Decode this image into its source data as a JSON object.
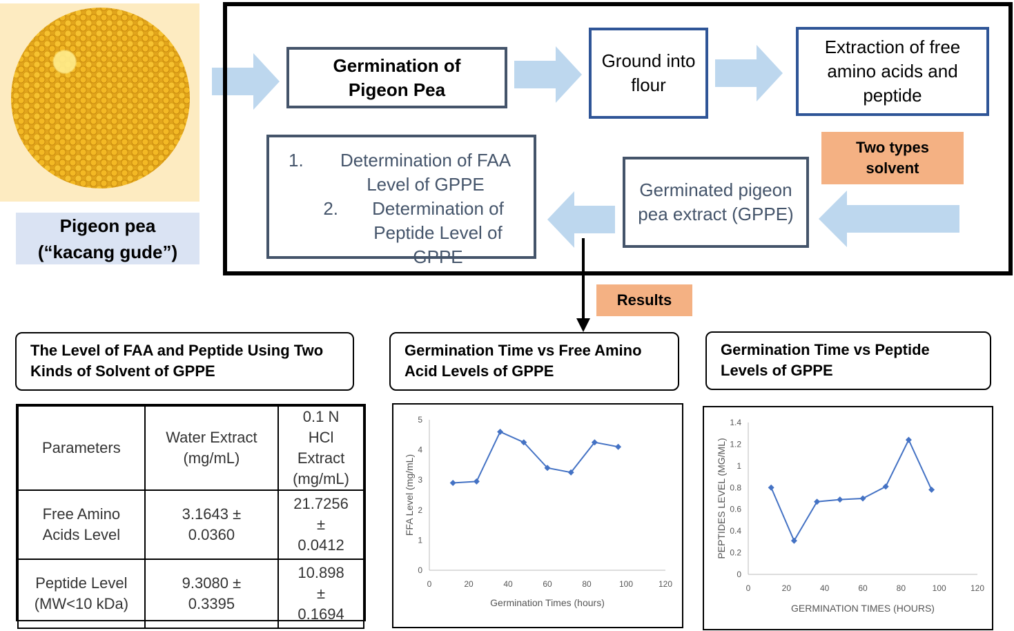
{
  "pea": {
    "caption_line1": "Pigeon pea",
    "caption_line2": "(“kacang gude”)"
  },
  "flow": {
    "germination": "Germination of Pigeon Pea",
    "ground": "Ground into flour",
    "extraction": "Extraction of free amino acids and peptide",
    "solvent_tag": "Two types solvent",
    "gppe": "Germinated pigeon pea extract (GPPE)",
    "determination": [
      {
        "num": "1.",
        "text": "Determination of FAA Level of GPPE"
      },
      {
        "num": "2.",
        "text": "Determination of Peptide Level of GPPE"
      }
    ],
    "results_tag": "Results"
  },
  "colors": {
    "arrow_fill": "#bdd7ee",
    "box_border_dark": "#44546a",
    "box_border_blue": "#2f5597",
    "tag_orange": "#f4b183",
    "caption_bg": "#dae3f3",
    "pea_bg": "#fdebc1",
    "series_blue": "#4472c4"
  },
  "table_section": {
    "heading": "The Level of FAA and Peptide Using Two Kinds of Solvent of GPPE",
    "headers": [
      "Parameters",
      "Water Extract (mg/mL)",
      "0.1 N HCl Extract (mg/mL)"
    ],
    "rows": [
      [
        "Free Amino Acids Level",
        "3.1643 ± 0.0360",
        "21.7256 ± 0.0412"
      ],
      [
        "Peptide Level (MW<10 kDa)",
        "9.3080 ± 0.3395",
        "10.898 ± 0.1694"
      ]
    ]
  },
  "chart_data": [
    {
      "type": "line",
      "title": "Germination Time vs Free Amino Acid Levels of GPPE",
      "xlabel": "Germination Times (hours)",
      "ylabel": "FFA Level (mg/mL)",
      "xlim": [
        0,
        120
      ],
      "ylim": [
        0,
        5
      ],
      "xticks": [
        "0",
        "20",
        "40",
        "60",
        "80",
        "100",
        "120"
      ],
      "yticks": [
        "0",
        "1",
        "2",
        "3",
        "4",
        "5"
      ],
      "x": [
        12,
        24,
        36,
        48,
        60,
        72,
        84,
        96
      ],
      "y": [
        2.9,
        2.95,
        4.6,
        4.25,
        3.4,
        3.25,
        4.25,
        4.1
      ],
      "grid": false
    },
    {
      "type": "line",
      "title": "Germination Time vs Peptide Levels of GPPE",
      "xlabel": "GERMINATION TIMES (HOURS)",
      "ylabel": "PEPTIDES LEVEL (MG/ML)",
      "xlim": [
        0,
        120
      ],
      "ylim": [
        0,
        1.4
      ],
      "xticks": [
        "0",
        "20",
        "40",
        "60",
        "80",
        "100",
        "120"
      ],
      "yticks": [
        "0",
        "0.2",
        "0.4",
        "0.6",
        "0.8",
        "1",
        "1.2",
        "1.4"
      ],
      "x": [
        12,
        24,
        36,
        48,
        60,
        72,
        84,
        96
      ],
      "y": [
        0.8,
        0.31,
        0.67,
        0.69,
        0.7,
        0.81,
        1.24,
        0.78
      ],
      "grid": false
    }
  ]
}
